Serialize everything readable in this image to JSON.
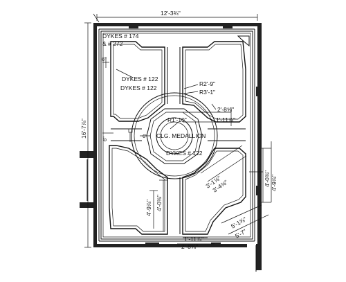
{
  "drawing": {
    "overall_width": "12'-3¾\"",
    "overall_height": "16'-7⅞\"",
    "labels": {
      "dykes_174": "DYKES # 174",
      "dykes_174_b": "& # 272",
      "dykes_122_a": "DYKES # 122",
      "dykes_122_b": "DYKES # 122",
      "dykes_122_c": "DYKES # 122",
      "medallion": "CLG. MEDALLION",
      "r_outer": "R2'-9\"",
      "r_inner": "R3'-1\"",
      "r_med": "R1'-10\"",
      "d_6_top": "6\"",
      "d_6_left": "6\"",
      "d_6_center": "6\"",
      "d_2_8": "2'-8⅝\"",
      "d_1_11_top": "1'-11⅞\"",
      "d_3_1": "3'-1⅞\"",
      "d_3_4": "3'-4⅝\"",
      "d_4_0": "4'-0⅜\"",
      "d_4_9_right": "4'-9⅞\"",
      "d_4_9_left": "4'-9⅞\"",
      "d_4_0_left": "4'-0⅜\"",
      "d_5_1": "5'-1⅝\"",
      "d_5_7": "5'-7\"",
      "d_1_11_bot": "1'-11⅞\"",
      "d_2_8_bot": "2'-8⅝\""
    }
  }
}
